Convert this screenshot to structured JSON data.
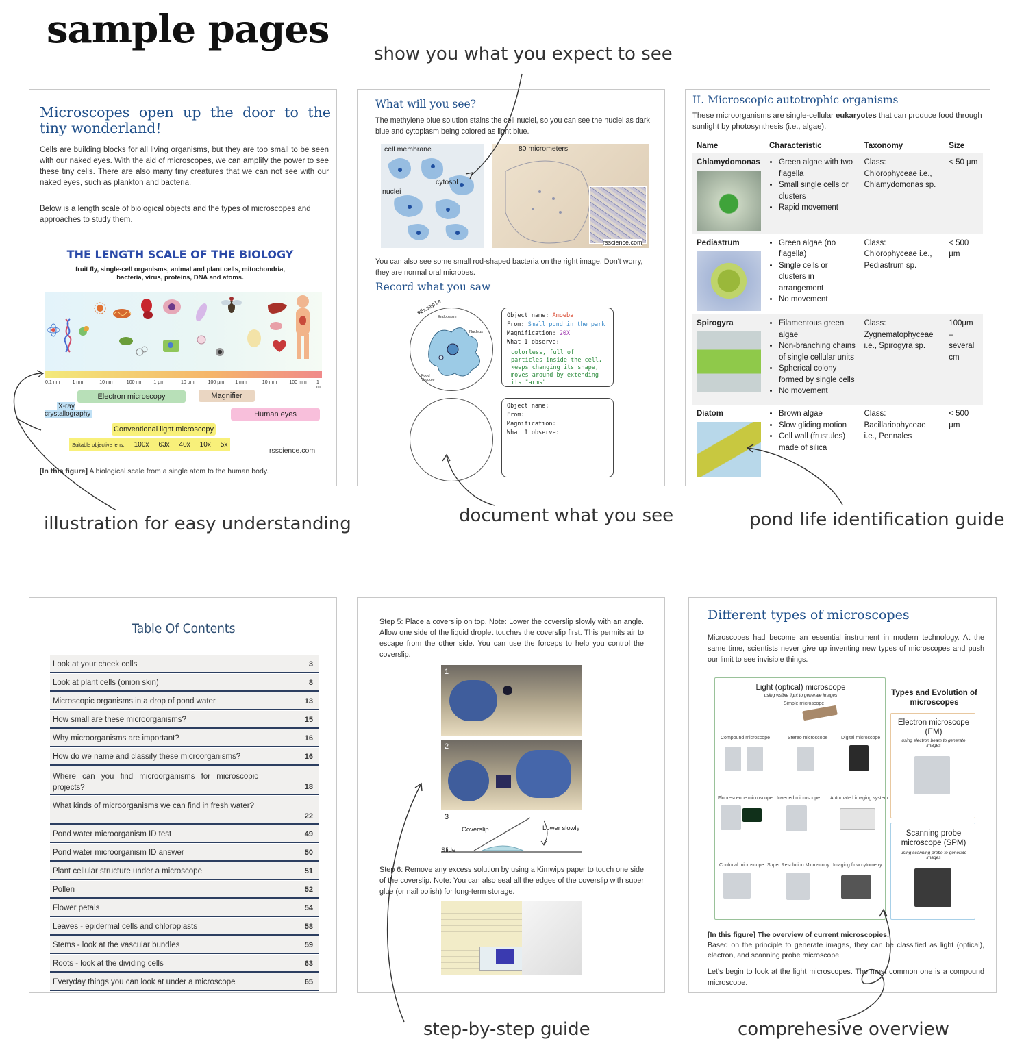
{
  "title": "sample pages",
  "captions": {
    "c1": "show you what you expect to see",
    "c2": "illustration for easy understanding",
    "c3": "document what you see",
    "c4": "pond life identification guide",
    "c5": "step-by-step guide",
    "c6": "comprehesive overview"
  },
  "p1": {
    "heading": "Microscopes open up the door to the tiny wonderland!",
    "para1": "Cells are building blocks for all living organisms, but they are too small to be seen with our naked eyes. With the aid of microscopes, we can amplify the power to see these tiny cells. There are also many tiny creatures that we can not see with our naked eyes, such as plankton and bacteria.",
    "para2": "Below is a length scale of biological objects and the types of microscopes and approaches to study them.",
    "fig_title": "THE LENGTH SCALE OF THE BIOLOGY",
    "fig_sub": "fruit fly, single-cell organisms, animal and plant cells, mitochondria, bacteria, virus, proteins, DNA and atoms.",
    "scale": [
      "0.1 nm",
      "1 nm",
      "10 nm",
      "100 nm",
      "1 µm",
      "10 µm",
      "100 µm",
      "1 mm",
      "10 mm",
      "100 mm",
      "1 m"
    ],
    "objects": [
      "Atom",
      "DNA",
      "Protein",
      "Virus",
      "Mitochondria",
      "Bacteria",
      "Human red blood cell",
      "Animal cell",
      "yeast",
      "Plant cell",
      "Paramecium",
      "Human egg",
      "Fruit fly",
      "Frog egg",
      "Chicken egg",
      "Liver",
      "Brain",
      "Heart",
      "Human"
    ],
    "bands": {
      "em": "Electron microscopy",
      "magnifier": "Magnifier",
      "xray": "X-ray crystallography",
      "eyes": "Human eyes",
      "light": "Conventional light microscopy",
      "obj_label": "Suitable objective lens:",
      "obj": [
        "100x",
        "63x",
        "40x",
        "10x",
        "5x"
      ]
    },
    "credit": "rsscience.com",
    "fig_caption_bold": "[In this figure]",
    "fig_caption": " A biological scale from a single atom to the human body."
  },
  "p2": {
    "heading1": "What will you see?",
    "para1": "The methylene blue solution stains the cell nuclei, so you can see the nuclei as dark blue and cytoplasm being colored as light blue.",
    "labels": {
      "membrane": "cell membrane",
      "nuclei": "nuclei",
      "cytosol": "cytosol",
      "scale": "80 micrometers",
      "credit": "rsscience.com"
    },
    "para2": "You can also see some small rod-shaped bacteria on the right image. Don't worry, they are normal oral microbes.",
    "heading2": "Record what you saw",
    "example_tag": "#Example",
    "drawing_labels": [
      "Endoplasm",
      "Nucleus",
      "Food Vacuole"
    ],
    "record1": {
      "name_l": "Object name:",
      "name_v": "Amoeba",
      "from_l": "From:",
      "from_v": "Small pond in the park",
      "mag_l": "Magnification:",
      "mag_v": "20X",
      "obs_l": "What I observe:",
      "obs_v": "colorless, full of particles inside the cell, keeps changing its shape, moves around by extending its \"arms\""
    },
    "record2": {
      "name_l": "Object name:",
      "from_l": "From:",
      "mag_l": "Magnification:",
      "obs_l": "What I observe:"
    }
  },
  "p3": {
    "heading": "II. Microscopic autotrophic organisms",
    "intro_a": "These microorganisms are single-cellular ",
    "intro_b": "eukaryotes",
    "intro_c": " that can produce food through sunlight by photosynthesis (i.e., algae).",
    "cols": [
      "Name",
      "Characteristic",
      "Taxonomy",
      "Size"
    ],
    "rows": [
      {
        "name": "Chlamydomonas",
        "chars": [
          "Green algae with two flagella",
          "Small single cells or clusters",
          "Rapid movement"
        ],
        "tax": "Class: Chlorophyceae i.e., Chlamydomonas sp.",
        "size": "< 50 µm"
      },
      {
        "name": "Pediastrum",
        "chars": [
          "Green algae (no flagella)",
          "Single cells or clusters in arrangement",
          "No movement"
        ],
        "tax": "Class: Chlorophyceae i.e., Pediastrum sp.",
        "size": "< 500 µm"
      },
      {
        "name": "Spirogyra",
        "chars": [
          "Filamentous green algae",
          "Non-branching chains of single cellular units",
          "Spherical colony formed by single cells",
          "No movement"
        ],
        "tax": "Class: Zygnematophyceae i.e., Spirogyra sp.",
        "size": "100µm – several cm"
      },
      {
        "name": "Diatom",
        "chars": [
          "Brown algae",
          "Slow gliding motion",
          "Cell wall (frustules) made of silica"
        ],
        "tax": "Class: Bacillariophyceae i.e., Pennales",
        "size": "< 500 µm"
      }
    ]
  },
  "p4": {
    "heading": "Table Of Contents",
    "items": [
      {
        "t": "Look at your cheek cells",
        "p": "3"
      },
      {
        "t": "Look at plant cells (onion skin)",
        "p": "8"
      },
      {
        "t": "Microscopic organisms in a drop of pond water",
        "p": "13"
      },
      {
        "t": "How small are these microorganisms?",
        "p": "15"
      },
      {
        "t": "Why microorganisms are important?",
        "p": "16"
      },
      {
        "t": "How do we name and classify these microorganisms?",
        "p": "16"
      },
      {
        "t": "Where can you find microorganisms for microscopic projects?",
        "p": "18"
      },
      {
        "t": "What kinds of microorganisms we can find in fresh water?",
        "p": "22"
      },
      {
        "t": "Pond water microorganism ID test",
        "p": "49"
      },
      {
        "t": "Pond water microorganism ID answer",
        "p": "50"
      },
      {
        "t": "Plant cellular structure under a microscope",
        "p": "51"
      },
      {
        "t": "Pollen",
        "p": "52"
      },
      {
        "t": "Flower petals",
        "p": "54"
      },
      {
        "t": "Leaves - epidermal cells and chloroplasts",
        "p": "58"
      },
      {
        "t": "Stems - look at the vascular bundles",
        "p": "59"
      },
      {
        "t": "Roots - look at the dividing cells",
        "p": "63"
      },
      {
        "t": "Everyday things you can look at under a microscope",
        "p": "65"
      }
    ]
  },
  "p5": {
    "step5": "Step 5: Place a coverslip on top. Note: Lower the coverslip slowly with an angle. Allow one side of the liquid droplet touches the coverslip first. This permits air to escape from the other side. You can use the forceps to help you control the coverslip.",
    "nums": [
      "1",
      "2",
      "3"
    ],
    "coverslip": "Coverslip",
    "lower": "Lower slowly",
    "slide": "Slide",
    "step6": "Step 6: Remove any excess solution by using a Kimwips paper to touch one side of the coverslip. Note: You can also seal all the edges of the coverslip with super glue (or nail polish) for long-term storage."
  },
  "p6": {
    "heading": "Different types of microscopes",
    "para1": "Microscopes had become an essential instrument in modern technology. At the same time, scientists never give up inventing new types of microscopes and push our limit to see invisible things.",
    "light_title": "Light (optical) microscope",
    "light_sub": "using visible light to generate images",
    "nodes": [
      "Simple microscope",
      "Compound microscope",
      "Stereo microscope",
      "Digital microscope",
      "Fluorescence microscope",
      "Inverted microscope",
      "Automated imaging system",
      "Confocal microscope",
      "Super Resolution Microscopy",
      "Imaging flow cytometry"
    ],
    "types_title": "Types and Evolution of microscopes",
    "em_title": "Electron microscope (EM)",
    "em_sub": "using electron beam to generate images",
    "spm_title": "Scanning probe microscope (SPM)",
    "spm_sub": "using scanning probe to generate images",
    "cap_bold": "[In this figure] The overview of current microscopies.",
    "cap": "Based on the principle to generate images, they can be classified as light (optical), electron, and scanning probe microscope.",
    "para2": "Let's begin to look at the light microscopes. The most common one is a compound microscope."
  }
}
